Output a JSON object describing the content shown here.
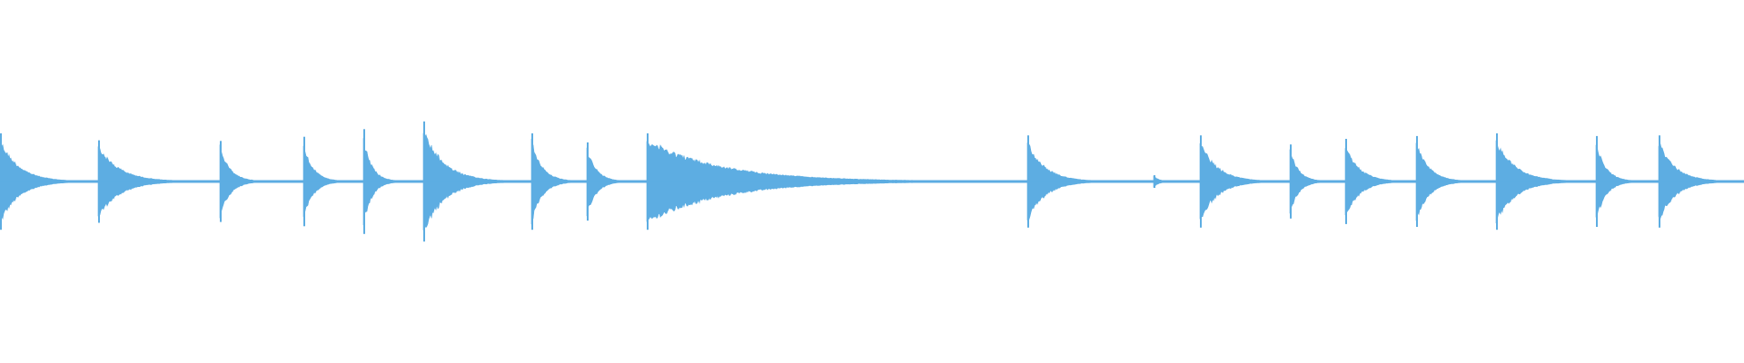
{
  "waveform": {
    "color": "#5DADE2",
    "events": [
      {
        "amplitude": 0.69,
        "decay": 0.55,
        "noise": 0.5
      },
      {
        "amplitude": 0.59,
        "decay": 0.5,
        "noise": 0.5
      },
      {
        "amplitude": 0.58,
        "decay": 0.35,
        "noise": 0.5
      },
      {
        "amplitude": 0.64,
        "decay": 0.45,
        "noise": 0.5
      },
      {
        "amplitude": 0.75,
        "decay": 0.4,
        "noise": 0.6
      },
      {
        "amplitude": 0.86,
        "decay": 0.55,
        "noise": 0.6
      },
      {
        "amplitude": 0.69,
        "decay": 0.55,
        "noise": 0.5
      },
      {
        "amplitude": 0.56,
        "decay": 0.45,
        "noise": 0.5
      },
      {
        "amplitude": 0.69,
        "decay": 0.55,
        "noise": 0.5
      },
      {
        "amplitude": 0.66,
        "decay": 0.4,
        "noise": 0.5
      },
      {
        "amplitude": 0.09,
        "decay": 0.2,
        "noise": 0.3
      },
      {
        "amplitude": 0.66,
        "decay": 0.55,
        "noise": 0.5
      },
      {
        "amplitude": 0.53,
        "decay": 0.45,
        "noise": 0.5
      },
      {
        "amplitude": 0.61,
        "decay": 0.55,
        "noise": 0.5
      },
      {
        "amplitude": 0.65,
        "decay": 0.45,
        "noise": 0.5
      },
      {
        "amplitude": 0.69,
        "decay": 0.55,
        "noise": 0.5
      },
      {
        "amplitude": 0.65,
        "decay": 0.45,
        "noise": 0.5
      },
      {
        "amplitude": 0.66,
        "decay": 0.55,
        "noise": 0.5
      }
    ]
  }
}
